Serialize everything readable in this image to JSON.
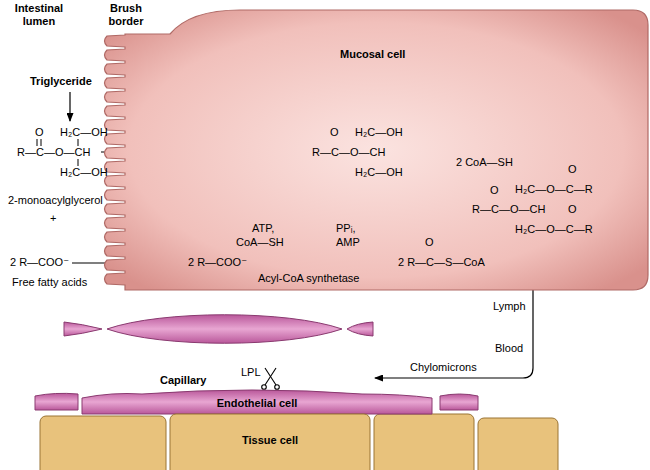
{
  "diagram": {
    "nodes": [
      {
        "text": [
          "Mucosal cell"
        ]
      },
      {
        "text": [
          "Capillary"
        ]
      },
      {
        "text": [
          "Endothelial cell"
        ]
      },
      {
        "text": [
          "Tissue cell"
        ]
      }
    ],
    "edges": [
      {
        "from": 0,
        "to": 1,
        "arrow": "to",
        "label": "Chylomicrons"
      }
    ],
    "labels": [
      "Intestinal lumen",
      "Brush border",
      "Triglyceride",
      "O",
      "R—C—O—CH",
      "H₂C—OH",
      "H₂C—OH",
      "2-monoacylglycerol",
      "+",
      "2 R—COO⁻",
      "Free fatty acids",
      "O",
      "R—C—O—CH",
      "H₂C—OH",
      "H₂C—OH",
      "ATP,",
      "CoA—SH",
      "PPᵢ,",
      "AMP",
      "2 R—COO⁻",
      "Acyl-CoA synthetase",
      "O",
      "2 R—C—S—CoA",
      "2 CoA—SH",
      "O",
      "H₂C—O—C—R",
      "O",
      "R—C—O—CH",
      "O",
      "H₂C—O—C—R",
      "Lymph",
      "Blood",
      "LPL"
    ]
  }
}
